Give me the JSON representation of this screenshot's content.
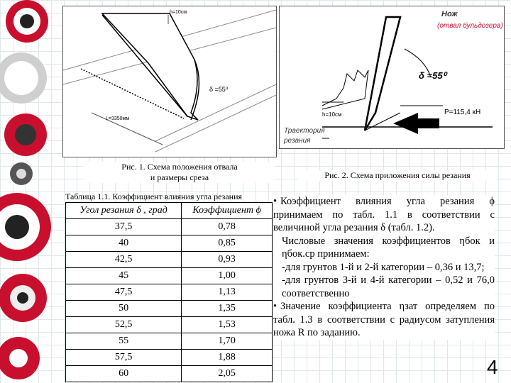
{
  "figure1": {
    "label_h": "h=10см",
    "label_L": "L=3350мм",
    "label_delta": "δ =55⁰",
    "caption_line1": "Рис. 1. Схема положения отвала",
    "caption_line2": "и размеры среза"
  },
  "figure2": {
    "label_knife": "Нож",
    "label_blade": "(отвал бульдозера)",
    "label_delta": "δ =55⁰",
    "label_h": "h=10см",
    "label_force": "P=115,4 кН",
    "label_trajectory_1": "Траектория",
    "label_trajectory_2": "резания",
    "caption": "Рис. 2. Схема приложения силы резания"
  },
  "table": {
    "title": "Таблица 1.1. Коэффициент влияния угла резания",
    "header_angle": "Угол резания δ , град",
    "header_coef": "Коэффициент ϕ",
    "rows": [
      [
        "37,5",
        "0,78"
      ],
      [
        "40",
        "0,85"
      ],
      [
        "42,5",
        "0,93"
      ],
      [
        "45",
        "1,00"
      ],
      [
        "47,5",
        "1,13"
      ],
      [
        "50",
        "1,35"
      ],
      [
        "52,5",
        "1,53"
      ],
      [
        "55",
        "1,70"
      ],
      [
        "57,5",
        "1,88"
      ],
      [
        "60",
        "2,05"
      ]
    ]
  },
  "text": {
    "p1": "Коэффициент влияния угла резания ϕ принимаем по табл. 1.1 в соответствии с величиной угла резания δ (табл. 1.2).",
    "p2": "Числовые значения коэффициентов ηбок и ηбок.ср принимаем:",
    "p3": "-для грунтов 1-й и 2-й категории – 0,36 и 13,7;",
    "p4": "-для грунтов 3-й и 4-й категории – 0,52 и 76,0 соответственно",
    "p5": "Значение коэффициента ηзат определяем по табл. 1.3 в соответствии с радиусом затупления ножа R по заданию."
  },
  "page_number": "4"
}
